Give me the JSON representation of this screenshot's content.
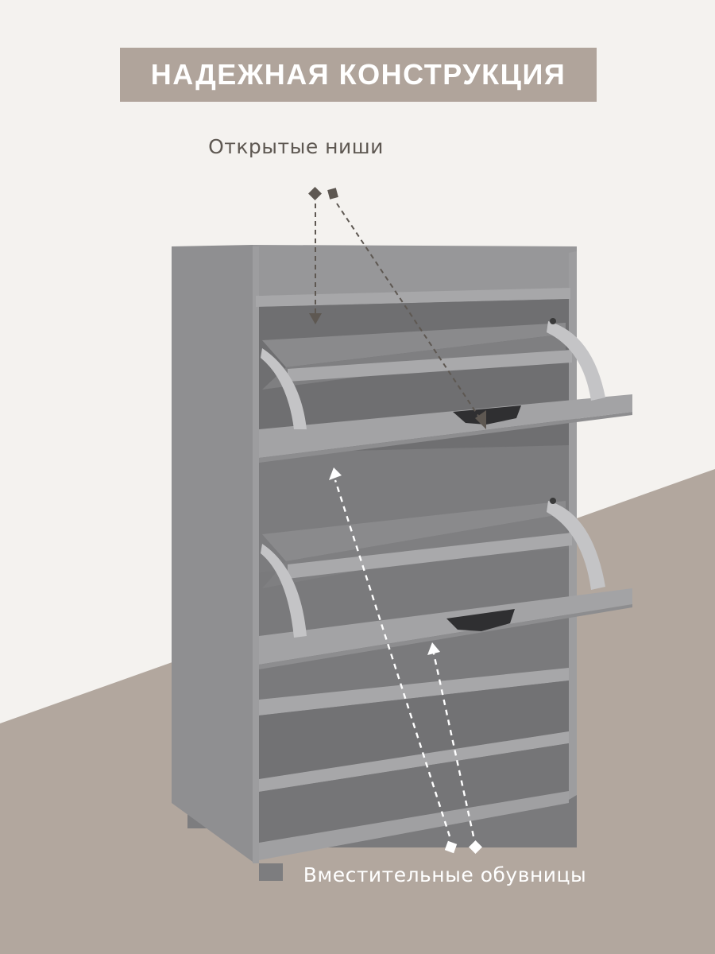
{
  "banner": {
    "title": "НАДЕЖНАЯ КОНСТРУКЦИЯ",
    "color": "#b0a49b"
  },
  "callouts": {
    "top_label": "Открытые ниши",
    "bottom_label": "Вместительные обувницы"
  },
  "colors": {
    "page_background": "#f4f2ef",
    "floor": "#b2a79e",
    "cabinet": "#8d8d8f",
    "cabinet_light": "#a9a9ab",
    "arrow_top": "#5e5852",
    "arrow_bottom": "#ffffff"
  }
}
